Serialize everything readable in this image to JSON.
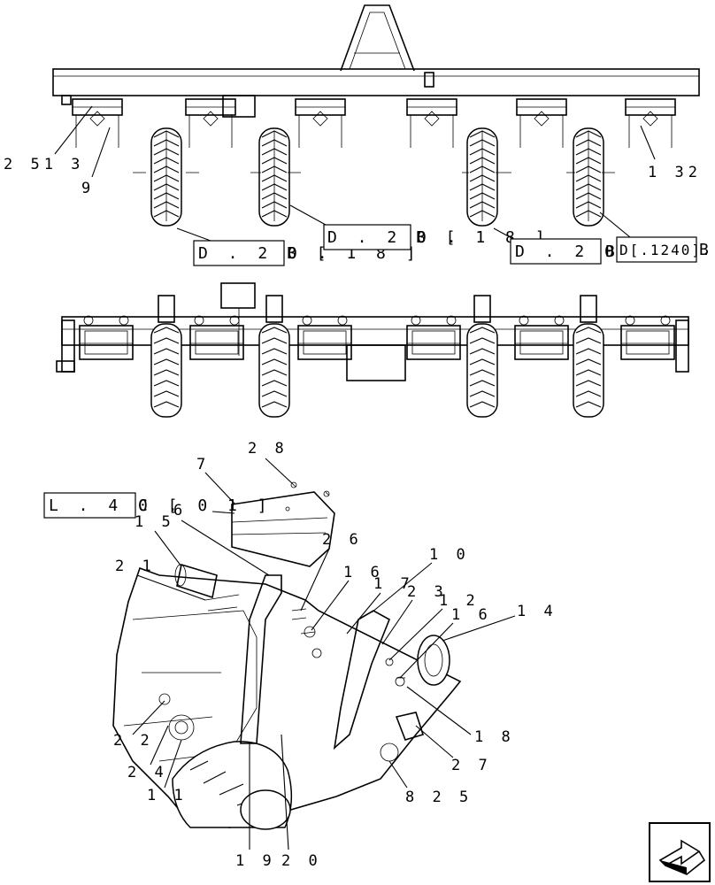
{
  "top_view": {
    "callouts": [
      {
        "id": "c-2513",
        "text": "2 51 3"
      },
      {
        "id": "c-9",
        "text": "9"
      },
      {
        "id": "c-1325",
        "text": "1 32 5"
      }
    ],
    "ref_boxes": [
      {
        "id": "r1",
        "box": "D . 2 0 .",
        "tail": "B [ 1 8 ]"
      },
      {
        "id": "r2",
        "box": "D . 2 0 .",
        "tail": "B [ 1 8 ]"
      },
      {
        "id": "r3",
        "box": "D . 2 0 .",
        "tail": "B"
      },
      {
        "id": "r4",
        "box": "D[.1240].",
        "tail": "B"
      }
    ]
  },
  "detail_view": {
    "ref_box": {
      "box": "L . 4 0 .",
      "tail": "C [ 0 1 ]"
    },
    "callouts": {
      "c28": "2 8",
      "c7": "7",
      "c6": "6",
      "c15": "1 5",
      "c26": "2 6",
      "c10": "1 0",
      "c21": "2 1",
      "c16a": "1 6",
      "c17": "1 7",
      "c23": "2 3",
      "c12": "1 2",
      "c16b": "1 6",
      "c14": "1 4",
      "c22": "2 2",
      "c18": "1 8",
      "c24": "2 4",
      "c27": "2 7",
      "c11": "1 1",
      "c825": "8 2 5",
      "c19": "1 9",
      "c20": "2 0"
    }
  },
  "nav_icon": {
    "name": "next-page-arrow-icon"
  }
}
